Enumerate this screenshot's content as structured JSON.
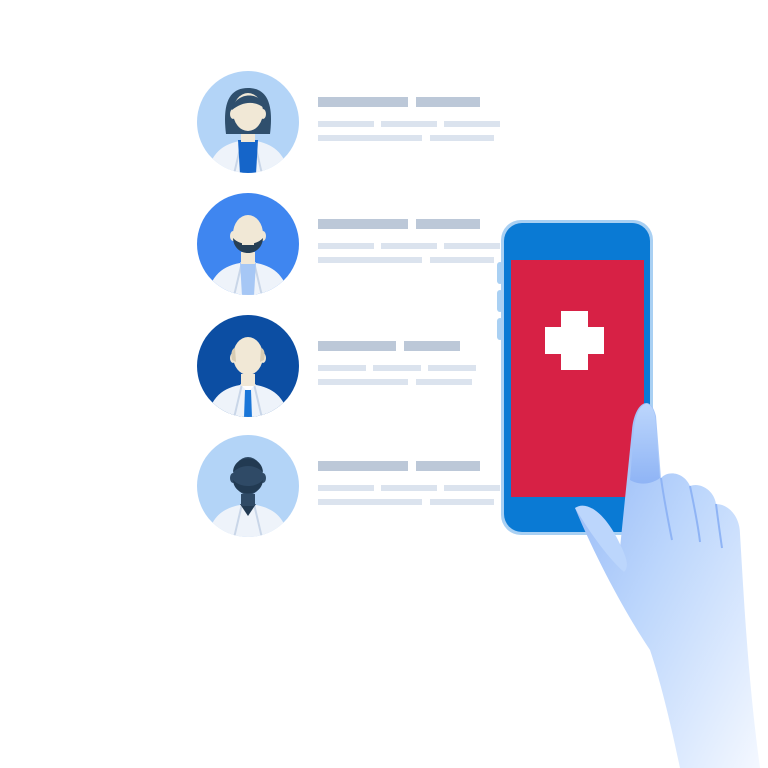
{
  "colors": {
    "background": "#ffffff",
    "placeholder_bar": "#bcc8d8",
    "placeholder_line": "#dbe3ee",
    "phone_body": "#0a7ad4",
    "phone_outline": "#a9d0f3",
    "phone_screen": "#d72145",
    "medical_cross": "#ffffff",
    "hand_light": "#f4f8ff",
    "hand_mid": "#bcd6fc",
    "hand_dark": "#8fb4f5",
    "coat": "#eef3fa",
    "coat_shadow": "#c9d6e8"
  },
  "doctors": [
    {
      "avatar": "female-doctor",
      "background": "#b3d4f7",
      "skin": "#f1e8d6",
      "hair": "#2f4f6d",
      "accent": "#1565c9"
    },
    {
      "avatar": "bearded-male-doctor",
      "background": "#3f86f0",
      "skin": "#f1e8d6",
      "hair": "#263f55",
      "accent": "#a6c7f5"
    },
    {
      "avatar": "bald-male-doctor",
      "background": "#0c4ea3",
      "skin": "#f1e8d6",
      "hair": "#d8ccb3",
      "accent": "#1a76d8"
    },
    {
      "avatar": "dark-skinned-doctor",
      "background": "#b3d4f7",
      "skin": "#2f4a66",
      "hair": "#223a52",
      "accent": "#eef3fa"
    }
  ],
  "device": {
    "icon": "medical-cross-icon",
    "hand_icon": "pointing-hand-icon"
  }
}
